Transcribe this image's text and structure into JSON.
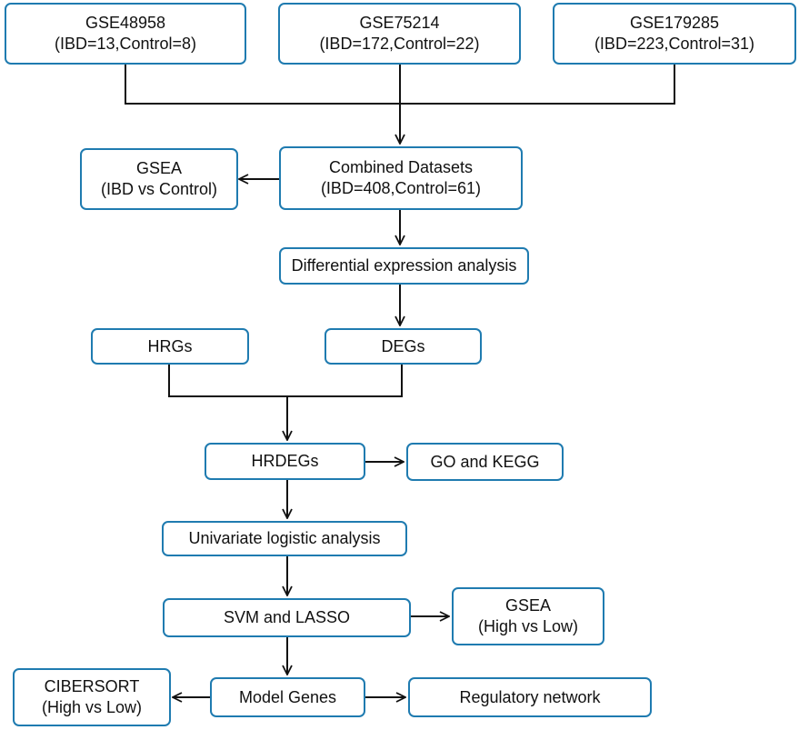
{
  "nodes": {
    "gse48958": {
      "line1": "GSE48958",
      "line2": "(IBD=13,Control=8)"
    },
    "gse75214": {
      "line1": "GSE75214",
      "line2": "(IBD=172,Control=22)"
    },
    "gse179285": {
      "line1": "GSE179285",
      "line2": "(IBD=223,Control=31)"
    },
    "gsea_ibd": {
      "line1": "GSEA",
      "line2": "(IBD vs Control)"
    },
    "combined": {
      "line1": "Combined Datasets",
      "line2": "(IBD=408,Control=61)"
    },
    "dea": {
      "line1": "Differential expression analysis"
    },
    "hrgs": {
      "line1": "HRGs"
    },
    "degs": {
      "line1": "DEGs"
    },
    "hrdegs": {
      "line1": "HRDEGs"
    },
    "go_kegg": {
      "line1": "GO and KEGG"
    },
    "univariate": {
      "line1": "Univariate logistic analysis"
    },
    "svm_lasso": {
      "line1": "SVM and LASSO"
    },
    "gsea_hl": {
      "line1": "GSEA",
      "line2": "(High vs Low)"
    },
    "cibersort": {
      "line1": "CIBERSORT",
      "line2": "(High vs Low)"
    },
    "model_genes": {
      "line1": "Model Genes"
    },
    "regulatory": {
      "line1": "Regulatory network"
    }
  },
  "colors": {
    "box_border": "#1f7bb0",
    "connector": "#111111"
  }
}
